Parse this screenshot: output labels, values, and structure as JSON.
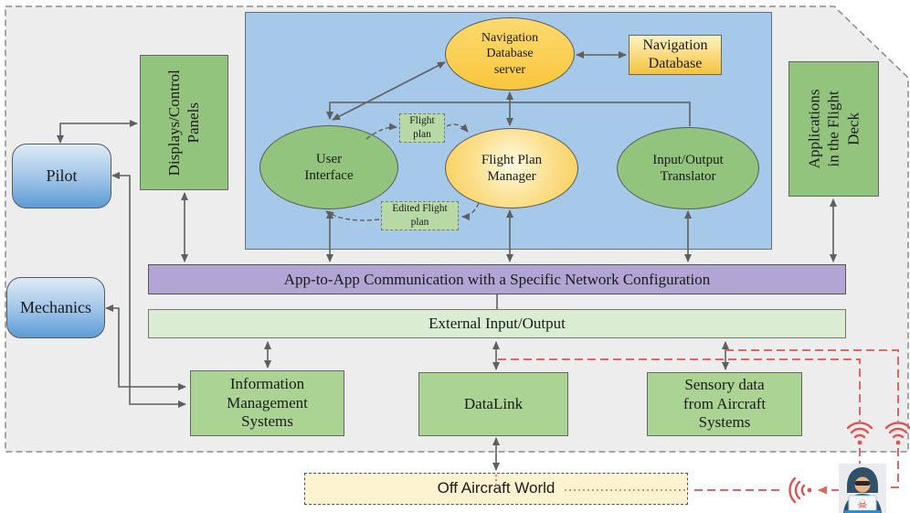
{
  "nodes": {
    "pilot": "Pilot",
    "mechanics": "Mechanics",
    "displays_control_panels": "Displays/Control Panels",
    "applications_in_flight_deck": "Applications in the Flight Deck",
    "navigation_database_server": "Navigation Database server",
    "navigation_database": "Navigation Database",
    "user_interface": "User Interface",
    "flight_plan_manager": "Flight Plan Manager",
    "input_output_translator": "Input/Output Translator",
    "flight_plan": "Flight plan",
    "edited_flight_plan": "Edited Flight plan",
    "app_to_app_communication": "App-to-App Communication with a Specific Network Configuration",
    "external_input_output": "External Input/Output",
    "information_management_systems": "Information Management Systems",
    "datalink": "DataLink",
    "sensory_data": "Sensory data from Aircraft Systems",
    "off_aircraft_world": "Off Aircraft World"
  },
  "icons": {
    "wifi_up_left": "wifi-signal-icon",
    "wifi_up_right": "wifi-signal-icon",
    "wifi_left": "wifi-signal-icon",
    "hacker": "hacker-icon",
    "hacker_skull": "skull-icon"
  },
  "colors": {
    "container_bg": "#ededed",
    "blue_panel": "#a6c9e9",
    "green_node": "#93c47d",
    "green_box": "#abd393",
    "green_bar": "#daecd2",
    "green_dashed_box": "#b7d9a6",
    "purple_bar": "#b3a5d3",
    "yellow_node": "#f9c93f",
    "cream_box": "#fdf3d0",
    "blue_actor": "#9dc3e6",
    "attack_red": "#e06666",
    "arrow_gray": "#5f5f5f"
  }
}
